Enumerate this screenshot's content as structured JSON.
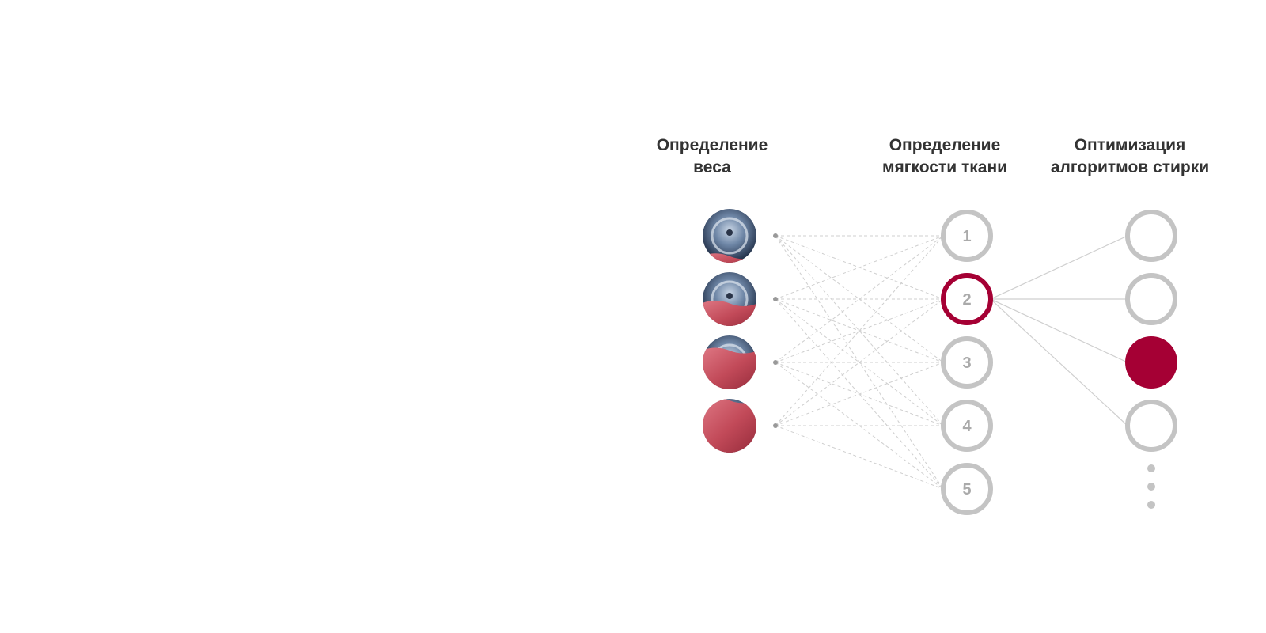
{
  "columns": {
    "weight": {
      "line1": "Определение",
      "line2": "веса"
    },
    "softness": {
      "line1": "Определение",
      "line2": "мягкости ткани"
    },
    "optimize": {
      "line1": "Оптимизация",
      "line2": "алгоритмов стирки"
    }
  },
  "weight_levels": [
    {
      "name": "drum-load-quarter-image",
      "fill_level": 0.15
    },
    {
      "name": "drum-load-half-image",
      "fill_level": 0.45
    },
    {
      "name": "drum-load-three-quarter-image",
      "fill_level": 0.75
    },
    {
      "name": "drum-load-full-image",
      "fill_level": 1.0
    }
  ],
  "softness_levels": [
    "1",
    "2",
    "3",
    "4",
    "5"
  ],
  "selected_softness": "2",
  "algorithms": [
    {
      "selected": false
    },
    {
      "selected": false
    },
    {
      "selected": true
    },
    {
      "selected": false
    }
  ],
  "has_more_algorithms": true,
  "colors": {
    "accent": "#a50034",
    "circle_gray": "#c4c4c4",
    "line_gray": "#cfcfcf",
    "text_dark": "#333333",
    "number_gray": "#aaaaaa",
    "fabric_red": "#c9505e",
    "drum_steel": "#5a7090"
  }
}
